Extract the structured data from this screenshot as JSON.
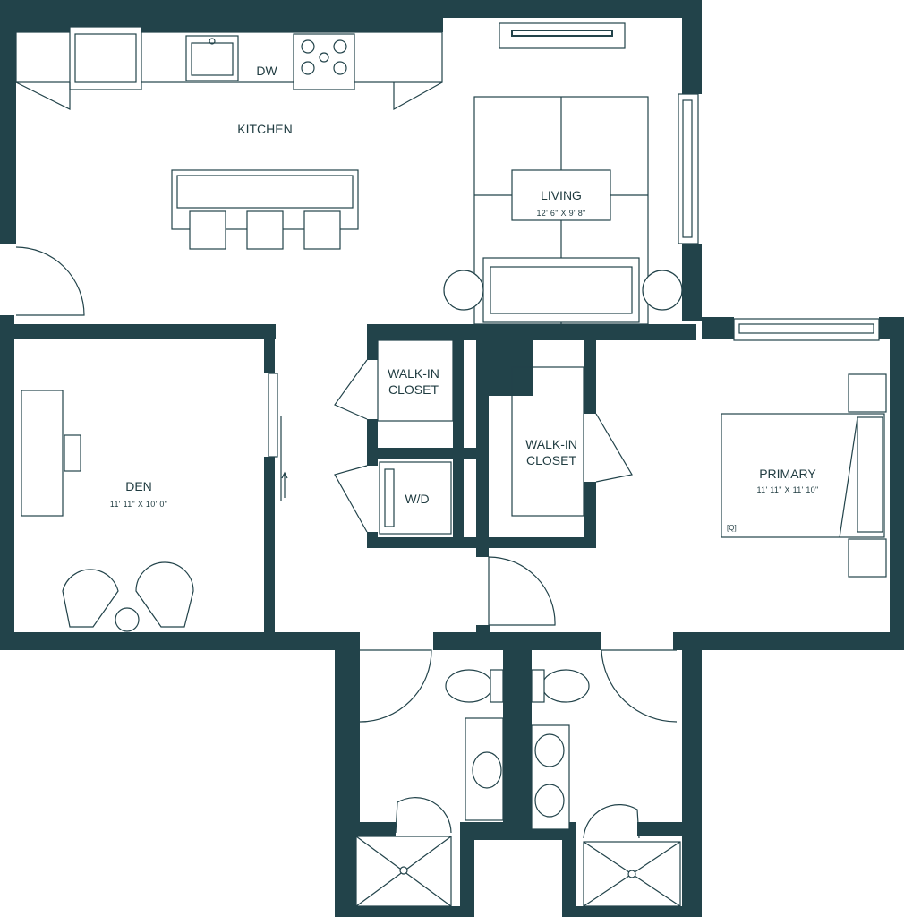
{
  "rooms": {
    "kitchen": {
      "name": "KITCHEN"
    },
    "living": {
      "name": "LIVING",
      "dim": "12' 6\" X 9' 8\""
    },
    "den": {
      "name": "DEN",
      "dim": "11' 11\" X 10' 0\""
    },
    "primary": {
      "name": "PRIMARY",
      "dim": "11' 11\" X 11' 10\""
    },
    "closet1": {
      "line1": "WALK-IN",
      "line2": "CLOSET"
    },
    "closet2": {
      "line1": "WALK-IN",
      "line2": "CLOSET"
    },
    "laundry": {
      "name": "W/D"
    }
  },
  "fixtures": {
    "dishwasher": "DW",
    "bed_size": "[Q]"
  },
  "colors": {
    "wall": "#22434a",
    "background": "#ffffff"
  }
}
